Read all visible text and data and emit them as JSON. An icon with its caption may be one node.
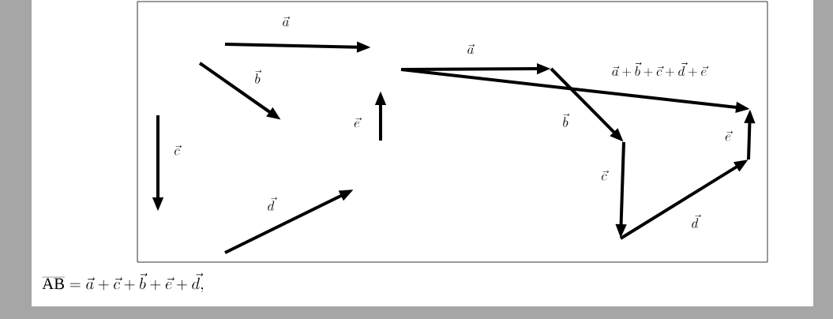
{
  "diagram": {
    "labels": [
      "\\vec{a}",
      "\\vec{a}",
      "\\vec{a}+\\vec{b}+\\vec{c}+\\vec{d}+\\vec{e}",
      "\\vec{b}",
      "\\vec{b}",
      "\\vec{e}",
      "\\vec{e}",
      "\\vec{c}",
      "\\vec{c}",
      "\\vec{d}",
      "\\vec{d}",
      "\\overline{\\mathrm{AB}} = \\vec{a} + \\vec{c} + \\vec{b} + \\vec{e} + \\vec{d},"
    ]
  }
}
